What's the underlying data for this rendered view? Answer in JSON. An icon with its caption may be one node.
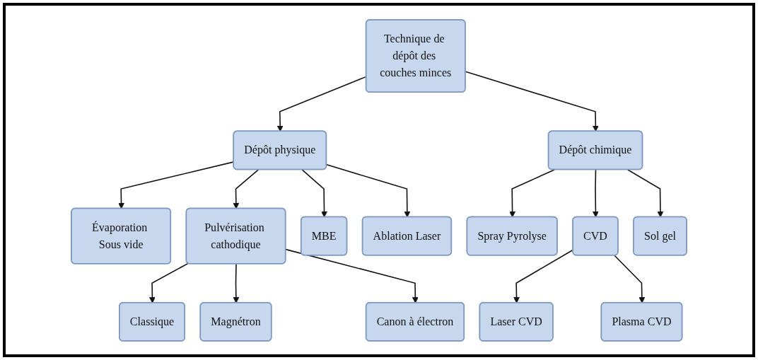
{
  "diagram": {
    "nodes": [
      {
        "text": [
          "Technique de dépôt des couches minces"
        ]
      },
      {
        "text": [
          "Dépôt physique"
        ]
      },
      {
        "text": [
          "Dépôt chimique"
        ]
      },
      {
        "text": [
          "Évaporation Sous vide"
        ]
      },
      {
        "text": [
          "Pulvérisation cathodique"
        ]
      },
      {
        "text": [
          "MBE"
        ]
      },
      {
        "text": [
          "Ablation Laser"
        ]
      },
      {
        "text": [
          "Spray Pyrolyse"
        ]
      },
      {
        "text": [
          "CVD"
        ]
      },
      {
        "text": [
          "Sol gel"
        ]
      },
      {
        "text": [
          "Classique"
        ]
      },
      {
        "text": [
          "Magnétron"
        ]
      },
      {
        "text": [
          "Canon à électron"
        ]
      },
      {
        "text": [
          "Laser CVD"
        ]
      },
      {
        "text": [
          "Plasma CVD"
        ]
      }
    ],
    "edges": [
      {
        "from": 0,
        "to": 1,
        "arrow": "to"
      },
      {
        "from": 0,
        "to": 2,
        "arrow": "to"
      },
      {
        "from": 1,
        "to": 3,
        "arrow": "to"
      },
      {
        "from": 1,
        "to": 4,
        "arrow": "to"
      },
      {
        "from": 1,
        "to": 5,
        "arrow": "to"
      },
      {
        "from": 1,
        "to": 6,
        "arrow": "to"
      },
      {
        "from": 2,
        "to": 7,
        "arrow": "to"
      },
      {
        "from": 2,
        "to": 8,
        "arrow": "to"
      },
      {
        "from": 2,
        "to": 9,
        "arrow": "to"
      },
      {
        "from": 4,
        "to": 10,
        "arrow": "to"
      },
      {
        "from": 4,
        "to": 11,
        "arrow": "to"
      },
      {
        "from": 4,
        "to": 12,
        "arrow": "to"
      },
      {
        "from": 8,
        "to": 13,
        "arrow": "to"
      },
      {
        "from": 8,
        "to": 14,
        "arrow": "to"
      }
    ]
  }
}
